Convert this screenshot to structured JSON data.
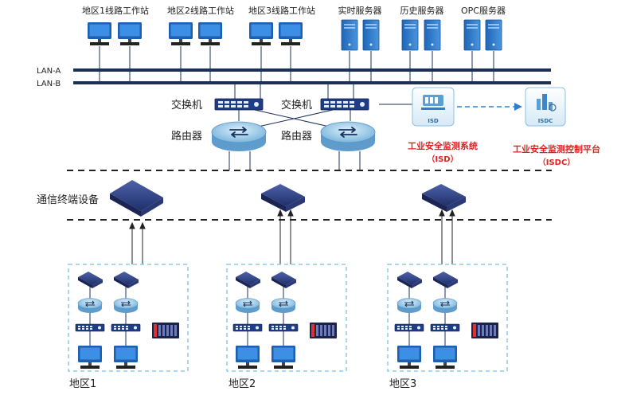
{
  "top_labels": {
    "ws1": "地区1线路工作站",
    "ws2": "地区2线路工作站",
    "ws3": "地区3线路工作站",
    "realtime": "实时服务器",
    "history": "历史服务器",
    "opc": "OPC服务器"
  },
  "lan": {
    "a": "LAN-A",
    "b": "LAN-B"
  },
  "core": {
    "switch1": "交换机",
    "switch2": "交换机",
    "router1": "路由器",
    "router2": "路由器"
  },
  "isd": {
    "icon_text": "ISD",
    "name": "工业安全监测系统",
    "abbr": "（ISD）"
  },
  "isdc": {
    "icon_text": "ISDC",
    "name": "工业安全监测控制平台",
    "abbr": "（ISDC）"
  },
  "comm_label": "通信终端设备",
  "regions": [
    "地区1",
    "地区2",
    "地区3"
  ],
  "colors": {
    "accent_red": "#e02020",
    "bus_navy": "#1c2f57",
    "dash_blue": "#8ec9ea",
    "arrow_blue": "#2f7fd0"
  }
}
